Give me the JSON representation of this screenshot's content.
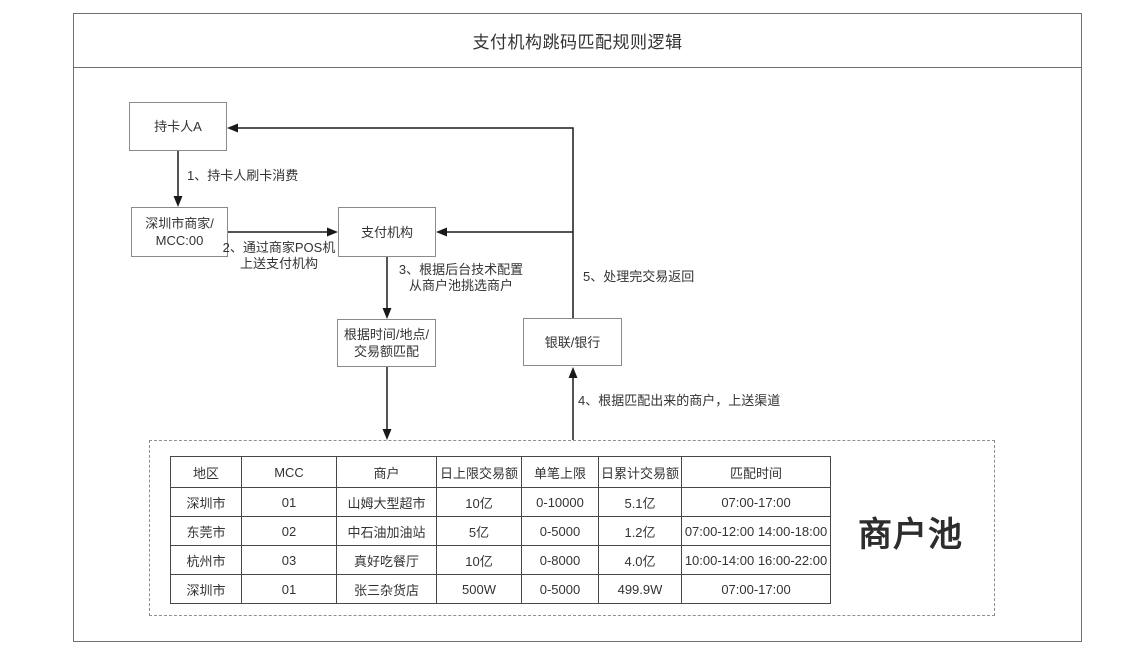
{
  "title": "支付机构跳码匹配规则逻辑",
  "colors": {
    "frame_border": "#6f6f6f",
    "node_border": "#8a8a8a",
    "table_border": "#474747",
    "text": "#333333",
    "arrow": "#1a1a1a"
  },
  "nodes": {
    "cardholder": {
      "label": "持卡人A"
    },
    "merchant": {
      "line1": "深圳市商家/",
      "line2": "MCC:00"
    },
    "payment": {
      "label": "支付机构"
    },
    "match": {
      "line1": "根据时间/地点/",
      "line2": "交易额匹配"
    },
    "unionpay": {
      "label": "银联/银行"
    }
  },
  "steps": {
    "step1": "1、持卡人刷卡消费",
    "step2_line1": "2、通过商家POS机",
    "step2_line2": "上送支付机构",
    "step3_line1": "3、根据后台技术配置",
    "step3_line2": "从商户池挑选商户",
    "step4": "4、根据匹配出来的商户，上送渠道",
    "step5": "5、处理完交易返回"
  },
  "pool": {
    "label": "商户池",
    "table": {
      "headers": [
        "地区",
        "MCC",
        "商户",
        "日上限交易额",
        "单笔上限",
        "日累计交易额",
        "匹配时间"
      ],
      "rows": [
        [
          "深圳市",
          "01",
          "山姆大型超市",
          "10亿",
          "0-10000",
          "5.1亿",
          "07:00-17:00"
        ],
        [
          "东莞市",
          "02",
          "中石油加油站",
          "5亿",
          "0-5000",
          "1.2亿",
          "07:00-12:00  14:00-18:00"
        ],
        [
          "杭州市",
          "03",
          "真好吃餐厅",
          "10亿",
          "0-8000",
          "4.0亿",
          "10:00-14:00 16:00-22:00"
        ],
        [
          "深圳市",
          "01",
          "张三杂货店",
          "500W",
          "0-5000",
          "499.9W",
          "07:00-17:00"
        ]
      ]
    }
  }
}
